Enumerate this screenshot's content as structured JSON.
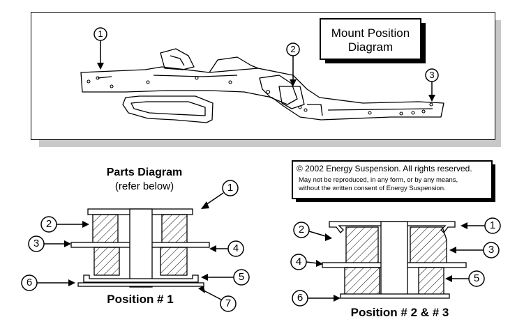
{
  "top_panel": {
    "title_line1": "Mount Position",
    "title_line2": "Diagram",
    "callouts": [
      "1",
      "2",
      "3"
    ]
  },
  "parts_diagram": {
    "title": "Parts Diagram",
    "subtitle": "(refer below)",
    "callouts": [
      "1",
      "2",
      "3",
      "4",
      "5",
      "6",
      "7"
    ],
    "caption": "Position # 1"
  },
  "copyright": {
    "line1": "© 2002 Energy Suspension. All rights reserved.",
    "line2": "May not be reproduced, in any form, or by any means,",
    "line3": "without the written consent of Energy Suspension."
  },
  "position23": {
    "callouts": [
      "1",
      "2",
      "3",
      "4",
      "5",
      "6"
    ],
    "caption": "Position # 2 & # 3"
  }
}
